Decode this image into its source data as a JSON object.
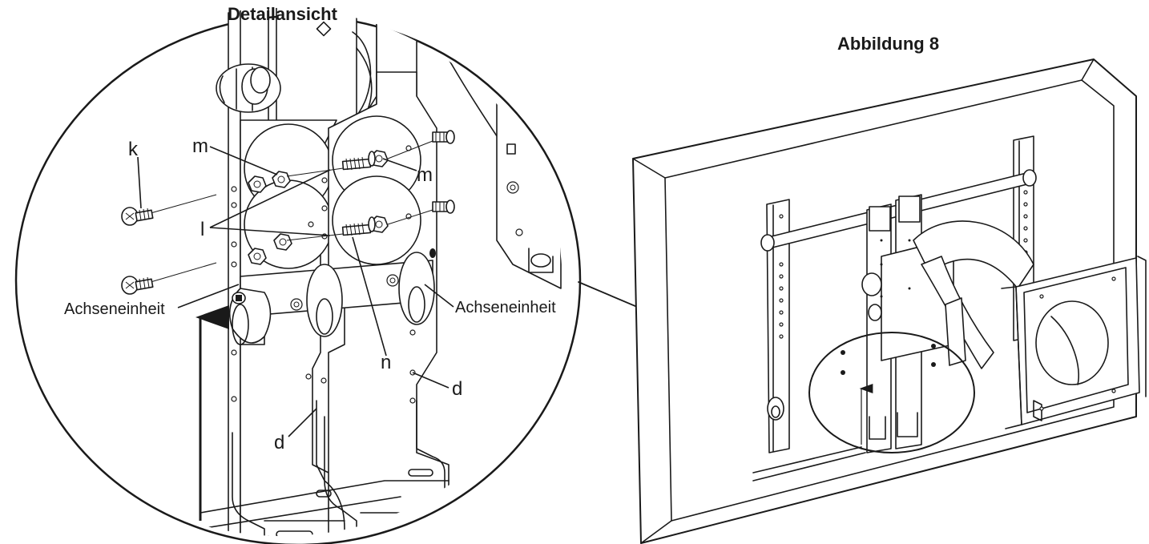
{
  "detail_title": "Detailansicht",
  "figure_title": "Abbildung 8",
  "callouts": {
    "k": "k",
    "m_left": "m",
    "m_right": "m",
    "l": "l",
    "n": "n",
    "d_left": "d",
    "d_right": "d",
    "axle_left": "Achseneinheit",
    "axle_right": "Achseneinheit"
  }
}
